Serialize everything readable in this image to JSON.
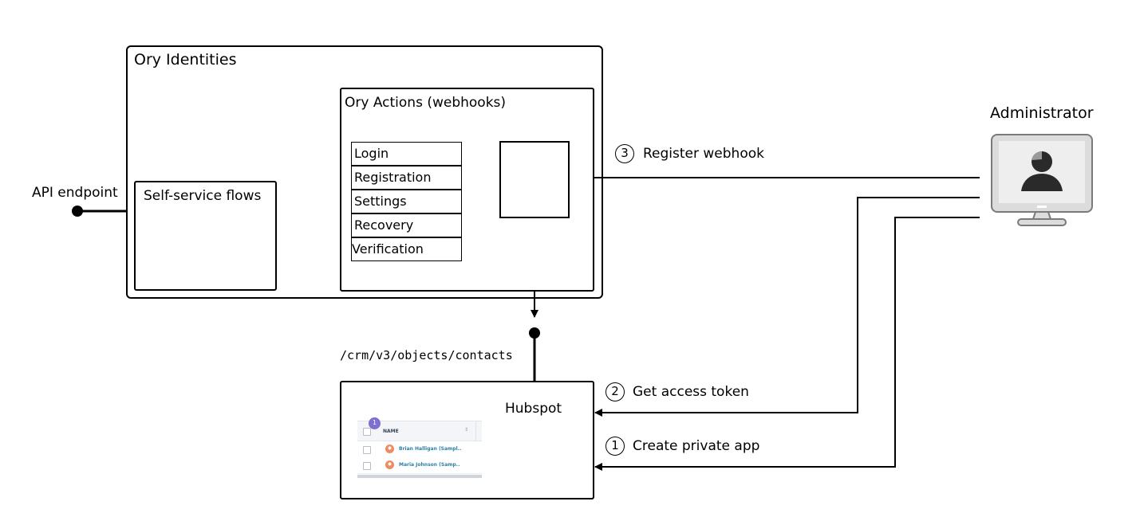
{
  "ory_identities": {
    "title": "Ory Identities"
  },
  "self_service": {
    "title": "Self-service flows"
  },
  "api_endpoint": {
    "label": "API endpoint"
  },
  "ory_actions": {
    "title": "Ory Actions (webhooks)",
    "flows": [
      "Login",
      "Registration",
      "Settings",
      "Recovery",
      "Verification"
    ]
  },
  "endpoint_path": "/crm/v3/objects/contacts",
  "hubspot": {
    "title": "Hubspot",
    "table": {
      "badge": "1",
      "column": "NAME",
      "rows": [
        "Brian Halligan (Sampl..",
        "Maria Johnson (Samp.."
      ]
    }
  },
  "administrator": {
    "title": "Administrator"
  },
  "steps": [
    {
      "number": "3",
      "label": "Register webhook"
    },
    {
      "number": "2",
      "label": "Get access token"
    },
    {
      "number": "1",
      "label": "Create private app"
    }
  ],
  "colors": {
    "avatar": "#ef8a62",
    "badge": "#7b6fd0",
    "link": "#2b7fa8",
    "monitor_frame": "#dcdcdc",
    "monitor_screen": "#eeeeee",
    "silhouette": "#2a2a2a"
  }
}
